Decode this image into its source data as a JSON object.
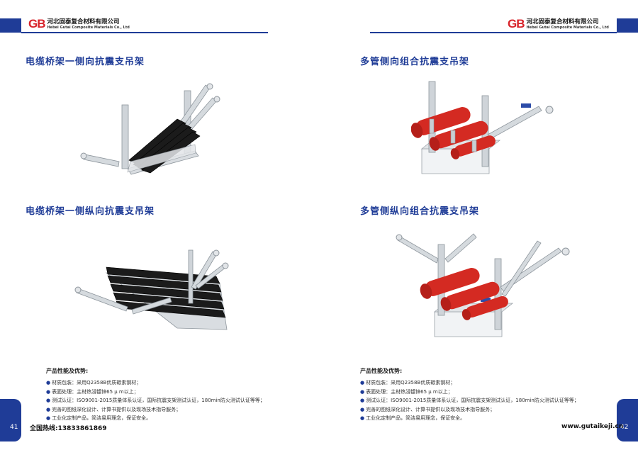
{
  "company": {
    "logo": "GB",
    "name_cn": "河北固泰复合材料有限公司",
    "name_en": "Hebei Gutai Composite Materials Co., Ltd"
  },
  "left_page": {
    "section1_title": "电缆桥架一侧向抗震支吊架",
    "section2_title": "电缆桥架一侧纵向抗震支吊架",
    "page_number": "41",
    "hotline": "全国热线:13833861869"
  },
  "right_page": {
    "section1_title": "多管侧向组合抗震支吊架",
    "section2_title": "多管侧纵向组合抗震支吊架",
    "page_number": "42",
    "website": "www.gutaikeji.cn"
  },
  "features": {
    "title": "产品性能及优势:",
    "items": [
      "材质包装：采用Q2358B优质碳素钢材；",
      "表面处理：主材热浸镀锌65 μ m以上；",
      "测试认证：ISO9001-2015质量体系认证，国际抗震支架测试认证，180min防火测试认证等等；",
      "完善的图纸深化设计、计算书提供以及现场技术指导服务；",
      "工业化定制产品，简洁易用理念，保证安全。"
    ]
  },
  "colors": {
    "brand_blue": "#1f3c97",
    "brand_red": "#d8232a",
    "pipe_red": "#d42a22",
    "tray_black": "#1a1a1a",
    "steel": "#c9ced3"
  }
}
